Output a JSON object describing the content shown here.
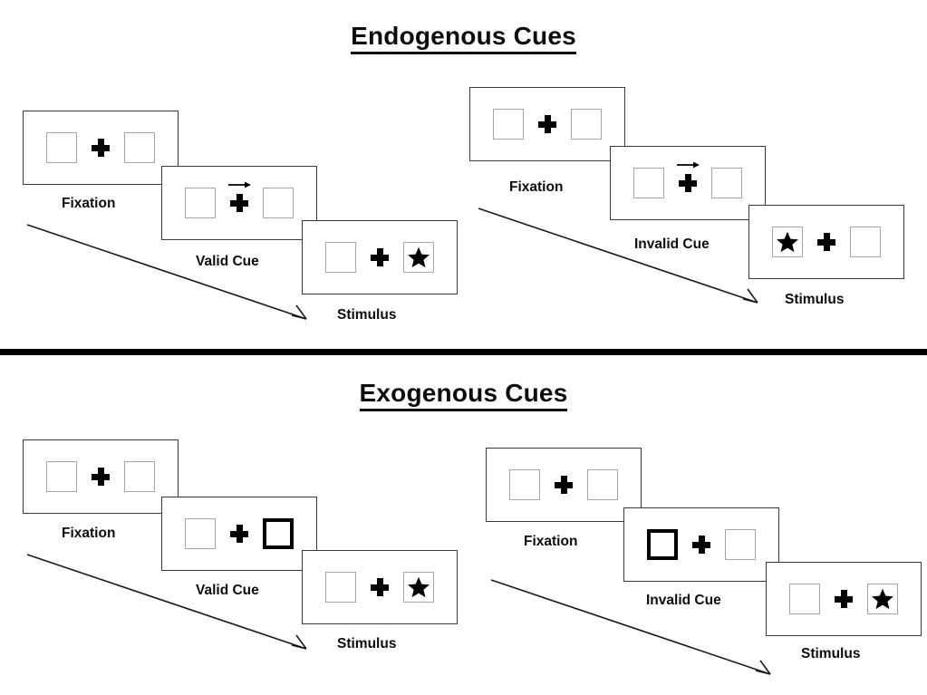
{
  "figure": {
    "type": "spatial-cueing-paradigm-diagram",
    "background_color": "#ffffff",
    "ink_color": "#0d0d0d",
    "box_outline_color": "#a6a6a6",
    "cue_highlight_color": "#000000",
    "panel_outline_color": "#3a3a3a"
  },
  "sections": [
    {
      "id": "endogenous",
      "title": "Endogenous Cues",
      "divider_below": true,
      "trials": [
        {
          "id": "endogenous-valid",
          "condition": "valid",
          "frames": [
            {
              "caption": "Fixation",
              "left_box": {
                "cued": false,
                "target": false
              },
              "right_box": {
                "cued": false,
                "target": false
              },
              "center_symbol": "fixation-plus",
              "arrow_cue": null
            },
            {
              "caption": "Valid Cue",
              "left_box": {
                "cued": false,
                "target": false
              },
              "right_box": {
                "cued": false,
                "target": false
              },
              "center_symbol": "fixation-plus",
              "arrow_cue": "right"
            },
            {
              "caption": "Stimulus",
              "left_box": {
                "cued": false,
                "target": false
              },
              "right_box": {
                "cued": false,
                "target": true
              },
              "center_symbol": "fixation-plus",
              "arrow_cue": null
            }
          ]
        },
        {
          "id": "endogenous-invalid",
          "condition": "invalid",
          "frames": [
            {
              "caption": "Fixation",
              "left_box": {
                "cued": false,
                "target": false
              },
              "right_box": {
                "cued": false,
                "target": false
              },
              "center_symbol": "fixation-plus",
              "arrow_cue": null
            },
            {
              "caption": "Invalid Cue",
              "left_box": {
                "cued": false,
                "target": false
              },
              "right_box": {
                "cued": false,
                "target": false
              },
              "center_symbol": "fixation-plus",
              "arrow_cue": "right"
            },
            {
              "caption": "Stimulus",
              "left_box": {
                "cued": false,
                "target": true
              },
              "right_box": {
                "cued": false,
                "target": false
              },
              "center_symbol": "fixation-plus",
              "arrow_cue": null
            }
          ]
        }
      ]
    },
    {
      "id": "exogenous",
      "title": "Exogenous Cues",
      "divider_below": false,
      "trials": [
        {
          "id": "exogenous-valid",
          "condition": "valid",
          "frames": [
            {
              "caption": "Fixation",
              "left_box": {
                "cued": false,
                "target": false
              },
              "right_box": {
                "cued": false,
                "target": false
              },
              "center_symbol": "fixation-plus",
              "arrow_cue": null
            },
            {
              "caption": "Valid Cue",
              "left_box": {
                "cued": false,
                "target": false
              },
              "right_box": {
                "cued": true,
                "target": false
              },
              "center_symbol": "fixation-plus",
              "arrow_cue": null
            },
            {
              "caption": "Stimulus",
              "left_box": {
                "cued": false,
                "target": false
              },
              "right_box": {
                "cued": false,
                "target": true
              },
              "center_symbol": "fixation-plus",
              "arrow_cue": null
            }
          ]
        },
        {
          "id": "exogenous-invalid",
          "condition": "invalid",
          "frames": [
            {
              "caption": "Fixation",
              "left_box": {
                "cued": false,
                "target": false
              },
              "right_box": {
                "cued": false,
                "target": false
              },
              "center_symbol": "fixation-plus",
              "arrow_cue": null
            },
            {
              "caption": "Invalid Cue",
              "left_box": {
                "cued": true,
                "target": false
              },
              "right_box": {
                "cued": false,
                "target": false
              },
              "center_symbol": "fixation-plus",
              "arrow_cue": null
            },
            {
              "caption": "Stimulus",
              "left_box": {
                "cued": false,
                "target": false
              },
              "right_box": {
                "cued": false,
                "target": true
              },
              "center_symbol": "fixation-plus",
              "arrow_cue": null
            }
          ]
        }
      ]
    }
  ],
  "time_flow_arrows": [
    {
      "id": "endogenous-valid-flow",
      "direction": "down-right"
    },
    {
      "id": "endogenous-invalid-flow",
      "direction": "down-right"
    },
    {
      "id": "exogenous-valid-flow",
      "direction": "down-right"
    },
    {
      "id": "exogenous-invalid-flow",
      "direction": "down-right"
    }
  ]
}
